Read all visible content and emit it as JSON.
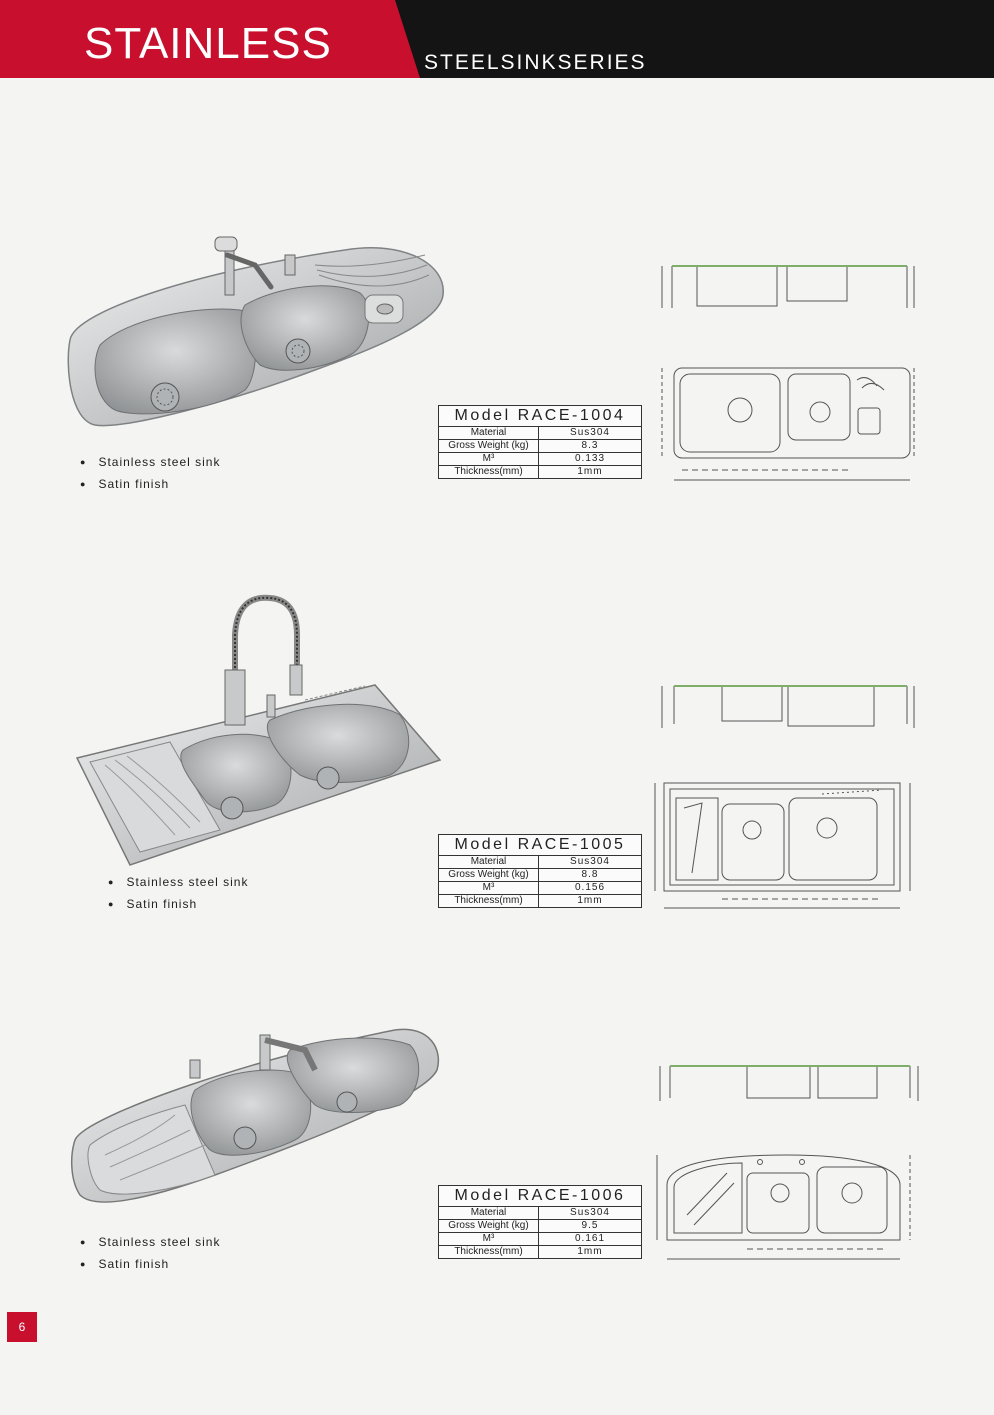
{
  "header": {
    "title": "STAINLESS",
    "subtitle": "STEELSINKSERIES"
  },
  "products": [
    {
      "model": "Model RACE-1004",
      "specs": [
        {
          "key": "Material",
          "value": "Sus304"
        },
        {
          "key": "Gross Weight (kg)",
          "value": "8.3"
        },
        {
          "key": "M³",
          "value": "0.133"
        },
        {
          "key": "Thickness(mm)",
          "value": "1mm"
        }
      ],
      "features": [
        "Stainless steel sink",
        "Satin finish"
      ]
    },
    {
      "model": "Model RACE-1005",
      "specs": [
        {
          "key": "Material",
          "value": "Sus304"
        },
        {
          "key": "Gross Weight (kg)",
          "value": "8.8"
        },
        {
          "key": "M³",
          "value": "0.156"
        },
        {
          "key": "Thickness(mm)",
          "value": "1mm"
        }
      ],
      "features": [
        "Stainless steel sink",
        "Satin finish"
      ]
    },
    {
      "model": "Model RACE-1006",
      "specs": [
        {
          "key": "Material",
          "value": "Sus304"
        },
        {
          "key": "Gross Weight (kg)",
          "value": "9.5"
        },
        {
          "key": "M³",
          "value": "0.161"
        },
        {
          "key": "Thickness(mm)",
          "value": "1mm"
        }
      ],
      "features": [
        "Stainless steel sink",
        "Satin finish"
      ]
    }
  ],
  "page_number": "6",
  "colors": {
    "brand_red": "#c8102e",
    "header_black": "#141414",
    "steel": "#c9cbcc"
  }
}
